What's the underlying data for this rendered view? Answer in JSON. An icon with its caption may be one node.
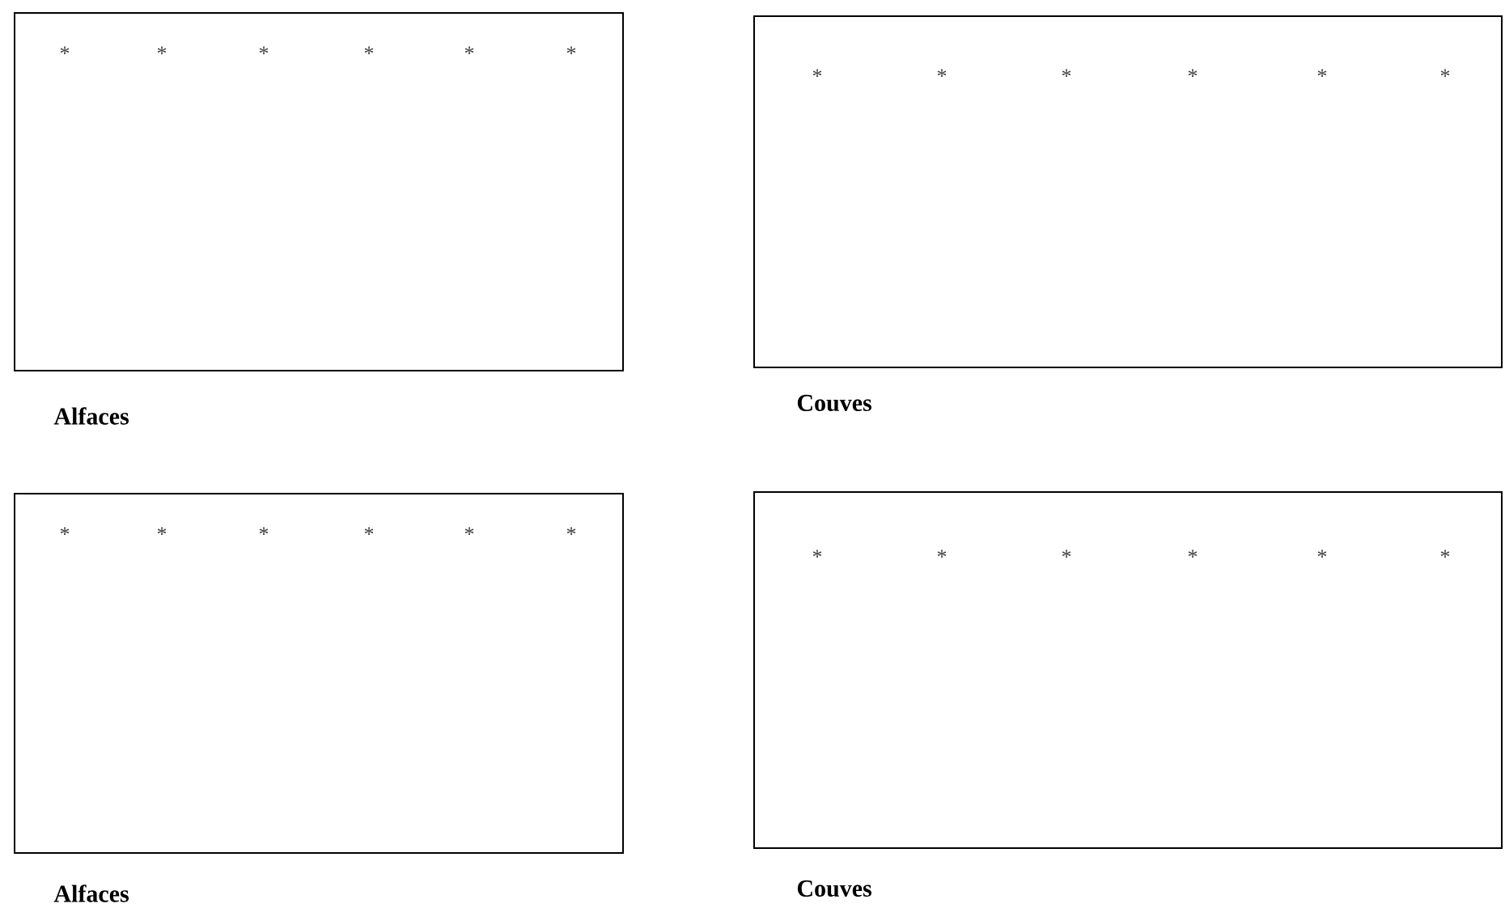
{
  "diagram": {
    "nodes": [
      {
        "text": [
          "*",
          "*",
          "*",
          "*",
          "*",
          "*"
        ],
        "beside": [
          "Alfaces"
        ]
      },
      {
        "text": [
          "*",
          "*",
          "*",
          "*",
          "*",
          "*"
        ],
        "beside": [
          "Couves"
        ]
      },
      {
        "text": [
          "*",
          "*",
          "*",
          "*",
          "*",
          "*"
        ],
        "beside": [
          "Alfaces"
        ]
      },
      {
        "text": [
          "*",
          "*",
          "*",
          "*",
          "*",
          "*"
        ],
        "beside": [
          "Couves"
        ]
      }
    ]
  }
}
